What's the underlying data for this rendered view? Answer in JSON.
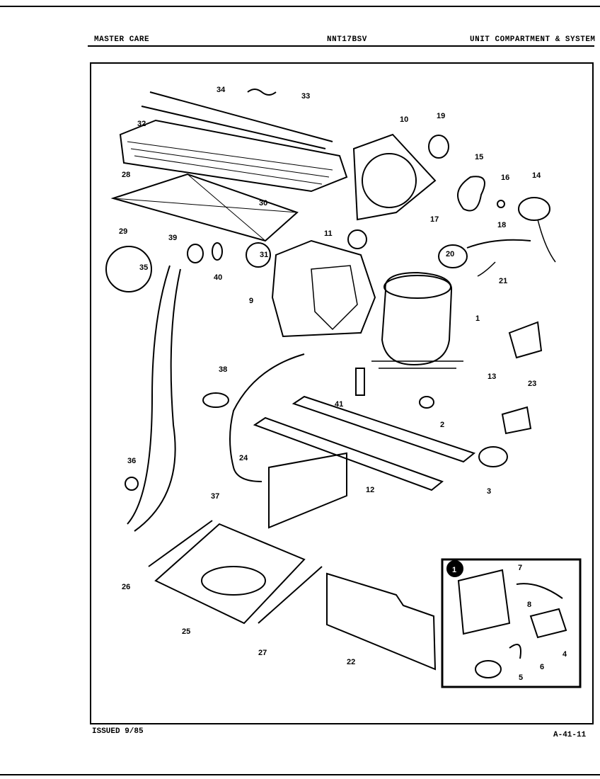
{
  "header": {
    "left": "MASTER CARE",
    "center": "NNT17BSV",
    "right": "UNIT COMPARTMENT & SYSTEM"
  },
  "footer": {
    "issued": "ISSUED 9/85",
    "page_code": "A-41-11"
  },
  "callouts": [
    "1",
    "2",
    "3",
    "4",
    "5",
    "6",
    "7",
    "8",
    "9",
    "10",
    "11",
    "12",
    "13",
    "14",
    "15",
    "16",
    "17",
    "18",
    "19",
    "20",
    "21",
    "22",
    "23",
    "24",
    "25",
    "26",
    "27",
    "28",
    "29",
    "30",
    "31",
    "32",
    "33",
    "34",
    "35",
    "36",
    "37",
    "38",
    "39",
    "40",
    "41"
  ],
  "inset_marker": "1"
}
